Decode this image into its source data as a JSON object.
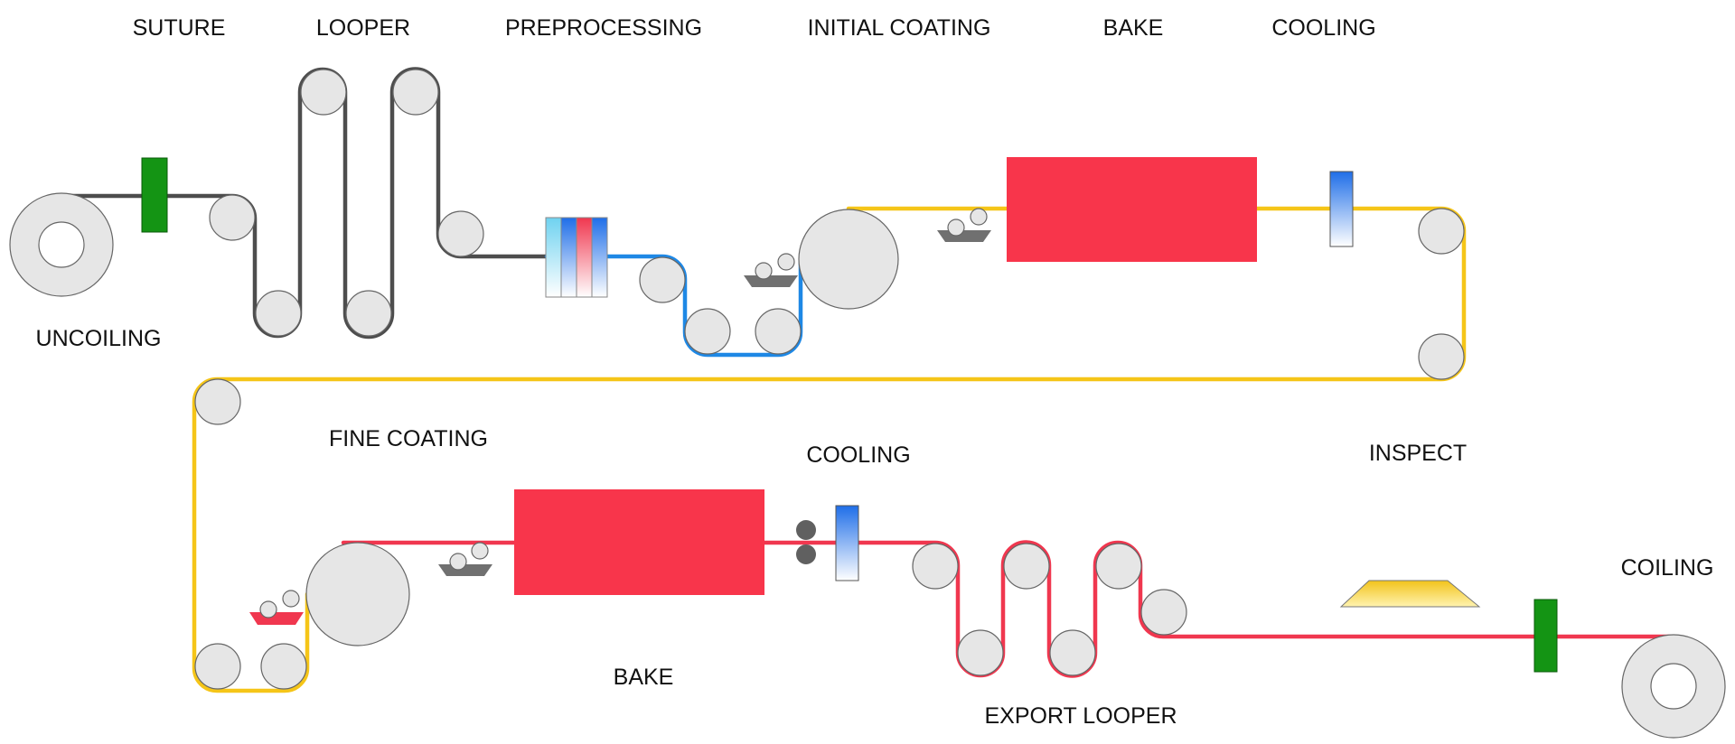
{
  "labels": {
    "suture": "SUTURE",
    "looper": "LOOPER",
    "preprocessing": "PREPROCESSING",
    "initial_coating": "INITIAL COATING",
    "bake_top": "BAKE",
    "cooling_top": "COOLING",
    "uncoiling": "UNCOILING",
    "fine_coating": "FINE COATING",
    "cooling_bottom": "COOLING",
    "inspect": "INSPECT",
    "coiling": "COILING",
    "bake_bottom": "BAKE",
    "export_looper": "EXPORT LOOPER"
  },
  "colors": {
    "strip_raw": "#4d4d4d",
    "strip_pretreated": "#1e88e5",
    "strip_primed": "#f5c518",
    "strip_finished": "#f0374f",
    "oven": "#f8354b",
    "welder": "#149414",
    "roller_fill": "#e6e6e6",
    "tray": "#707070",
    "inspection_lamp": "#f5c518"
  },
  "icons": [
    "coil-icon",
    "welder-icon",
    "roller-icon",
    "coating-tray-icon",
    "oven-icon",
    "cooler-icon",
    "inspection-lamp-icon",
    "pinch-roll-icon"
  ]
}
